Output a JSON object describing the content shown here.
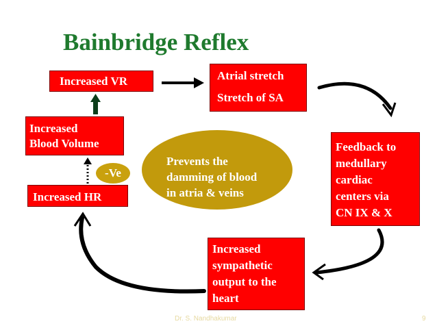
{
  "title": "Bainbridge Reflex",
  "boxes": {
    "increased_vr": [
      "Increased VR"
    ],
    "atrial_stretch": [
      "Atrial stretch",
      "Stretch of SA"
    ],
    "increased_blood_volume": [
      "Increased",
      "Blood Volume"
    ],
    "increased_hr": [
      "Increased HR"
    ],
    "feedback": [
      "Feedback to",
      "medullary",
      "cardiac",
      "centers via",
      "CN IX & X"
    ],
    "sympathetic": [
      "Increased",
      "sympathetic",
      "output to the",
      "heart"
    ]
  },
  "negative_label": "-Ve",
  "center_oval": [
    "Prevents the",
    "damming of blood",
    "in atria & veins"
  ],
  "footer": "Dr. S. Nandhakumar",
  "page_number": "9",
  "colors": {
    "title": "#1f7a2e",
    "box_fill": "#ff0000",
    "box_text": "#ffffff",
    "oval_fill": "#c29a0c",
    "arrow_black": "#000000",
    "arrow_green": "#0b3d1a"
  }
}
